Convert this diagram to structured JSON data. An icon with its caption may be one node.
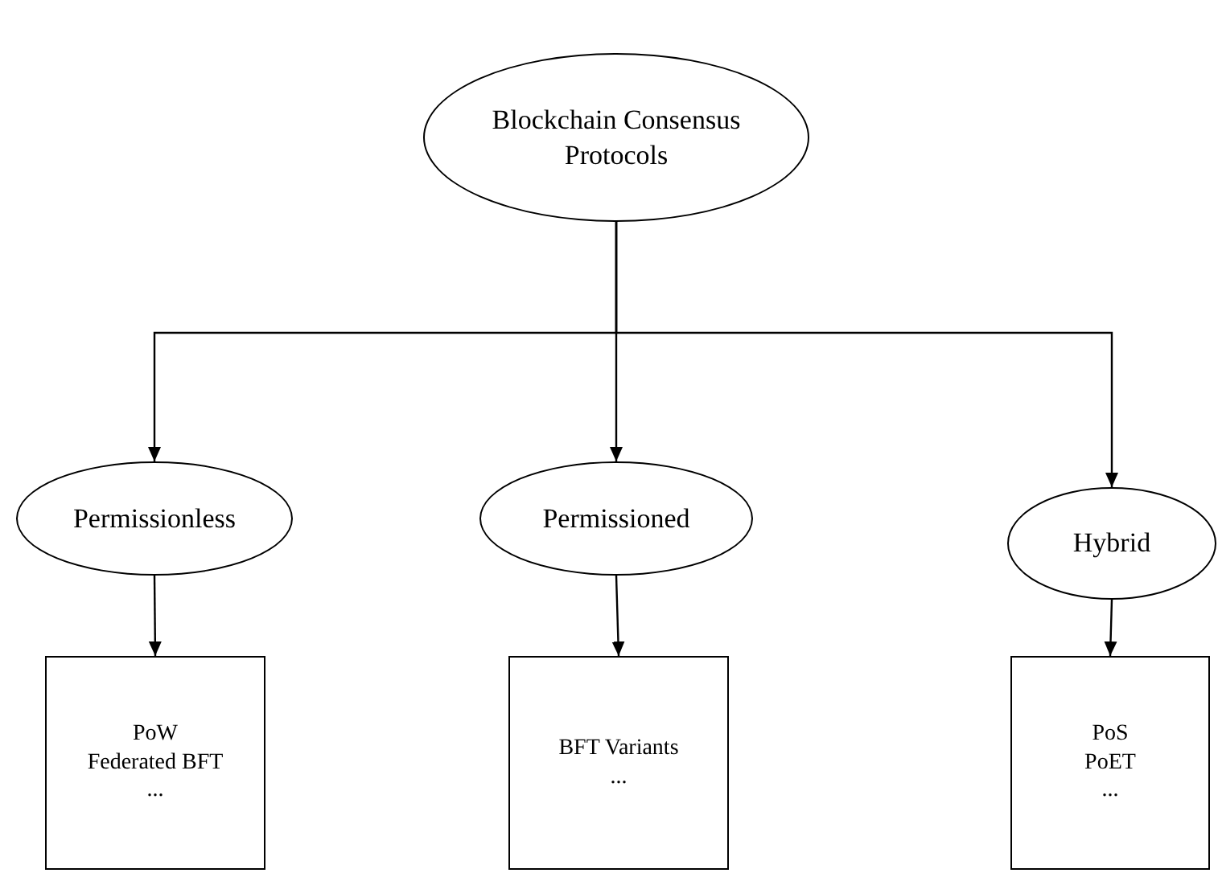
{
  "diagram": {
    "nodes": [
      {
        "text": [
          "Blockchain Consensus Protocols"
        ]
      },
      {
        "text": [
          "Permissionless"
        ]
      },
      {
        "text": [
          "Permissioned"
        ]
      },
      {
        "text": [
          "Hybrid"
        ]
      },
      {
        "text": [
          "PoW",
          "Federated BFT",
          "..."
        ]
      },
      {
        "text": [
          "BFT Variants",
          "..."
        ]
      },
      {
        "text": [
          "PoS",
          "PoET",
          "..."
        ]
      }
    ],
    "edges": [
      {
        "from": 0,
        "to": 1,
        "arrow": "to"
      },
      {
        "from": 0,
        "to": 2,
        "arrow": "to"
      },
      {
        "from": 0,
        "to": 3,
        "arrow": "to"
      },
      {
        "from": 1,
        "to": 4,
        "arrow": "to"
      },
      {
        "from": 2,
        "to": 5,
        "arrow": "to"
      },
      {
        "from": 3,
        "to": 6,
        "arrow": "to"
      }
    ]
  }
}
